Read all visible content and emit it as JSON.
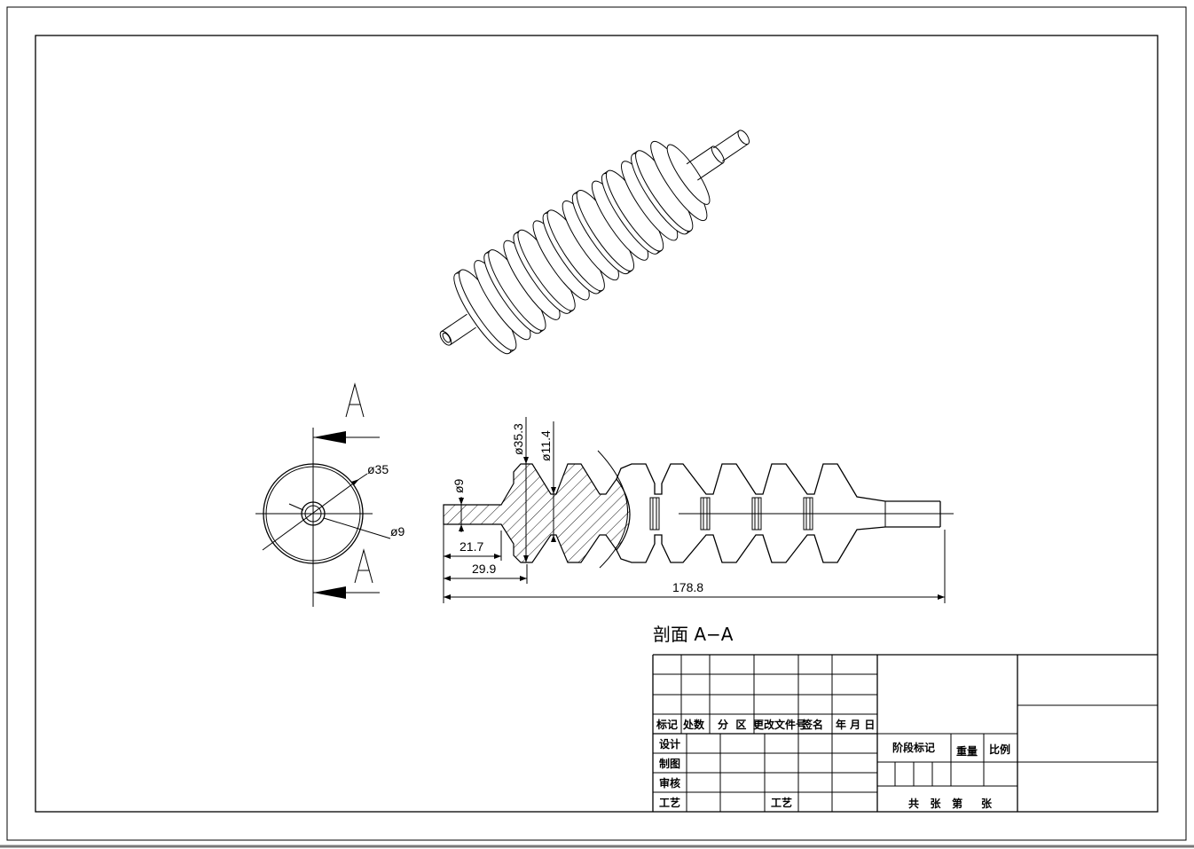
{
  "drawing": {
    "section_view_label": "A",
    "section_title": "剖面 A−A",
    "dimensions": {
      "outer_dia": "ø35",
      "shaft_dia": "ø9",
      "shaft_dia_side": "ø9",
      "flange_dia": "ø35.3",
      "root_dia": "ø11.4",
      "len_21_7": "21.7",
      "len_29_9": "29.9",
      "total_len": "178.8"
    }
  },
  "title_block": {
    "row_labels": [
      "标记",
      "处数",
      "分  区",
      "更改文件号",
      "签名",
      "年 月 日"
    ],
    "roles": [
      "设计",
      "制图",
      "审核",
      "工艺"
    ],
    "process_label": "工艺",
    "stage_mark": "阶段标记",
    "weight": "重量",
    "scale": "比例",
    "sheets": "共   张   第     张"
  }
}
